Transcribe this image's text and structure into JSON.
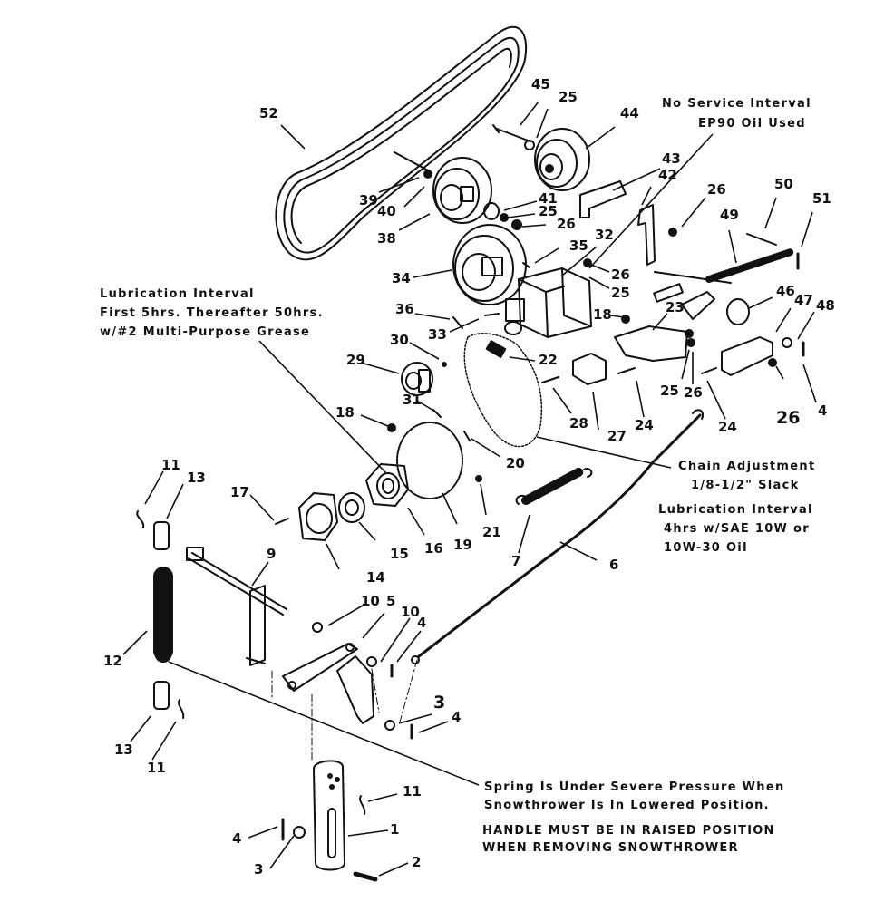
{
  "notes": {
    "no_service": [
      "No Service Interval",
      "EP90 Oil Used"
    ],
    "lube_grease": [
      "Lubrication Interval",
      "First 5hrs. Thereafter 50hrs.",
      "w/#2 Multi-Purpose Grease"
    ],
    "chain_adjust": [
      "Chain Adjustment",
      "1/8-1/2\" Slack"
    ],
    "lube_oil": [
      "Lubrication Interval",
      "4hrs w/SAE 10W or",
      "10W-30 Oil"
    ],
    "spring_warning": [
      "Spring Is Under Severe Pressure When",
      "Snowthrower Is In Lowered Position."
    ],
    "handle_warning": [
      "HANDLE MUST BE IN RAISED POSITION",
      "WHEN REMOVING SNOWTHROWER"
    ]
  },
  "callouts": {
    "c52": "52",
    "c45": "45",
    "c25a": "25",
    "c44": "44",
    "c43": "43",
    "c42": "42",
    "c26a": "26",
    "c50": "50",
    "c51": "51",
    "c39": "39",
    "c40": "40",
    "c38": "38",
    "c41": "41",
    "c25b": "25",
    "c26b": "26",
    "c32": "32",
    "c49": "49",
    "c35": "35",
    "c26c": "26",
    "c34": "34",
    "c25c": "25",
    "c46": "46",
    "c47": "47",
    "c48": "48",
    "c36": "36",
    "c33": "33",
    "c23": "23",
    "c18a": "18",
    "c30": "30",
    "c29": "29",
    "c22": "22",
    "c25d": "25",
    "c26d": "26",
    "c31": "31",
    "c28": "28",
    "c27": "27",
    "c24a": "24",
    "c24b": "24",
    "c26e": "26",
    "c4a": "4",
    "c18b": "18",
    "c20": "20",
    "c11a": "11",
    "c13a": "13",
    "c17": "17",
    "c19": "19",
    "c21": "21",
    "c16": "16",
    "c15": "15",
    "c14": "14",
    "c7": "7",
    "c6": "6",
    "c9": "9",
    "c12": "12",
    "c10a": "10",
    "c5": "5",
    "c10b": "10",
    "c4b": "4",
    "c3a": "3",
    "c4c": "4",
    "c13b": "13",
    "c11b": "11",
    "c11c": "11",
    "c1": "1",
    "c4d": "4",
    "c2": "2",
    "c3b": "3"
  }
}
